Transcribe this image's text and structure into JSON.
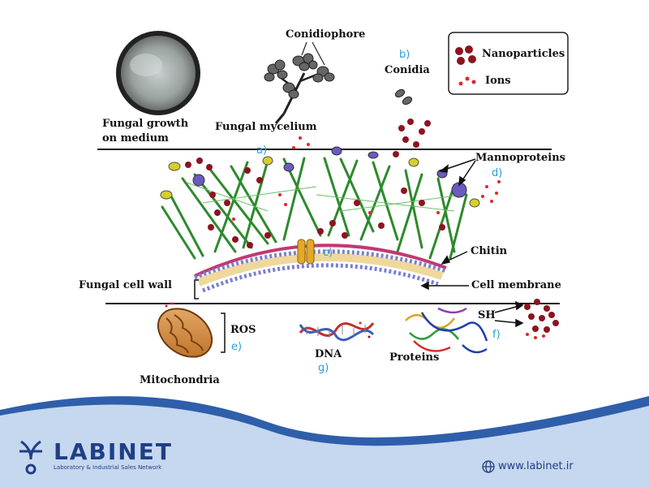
{
  "labels": {
    "conidiophore": "Conidiophore",
    "fungal_growth_line1": "Fungal growth",
    "fungal_growth_line2": "on medium",
    "fungal_mycelium": "Fungal mycelium",
    "conidia": "Conidia",
    "legend_nanoparticles": "Nanoparticles",
    "legend_ions": "Ions",
    "mannoproteins": "Mannoproteins",
    "chitin": "Chitin",
    "fungal_cell_wall": "Fungal cell wall",
    "cell_membrane": "Cell membrane",
    "ros": "ROS",
    "dna": "DNA",
    "proteins": "Proteins",
    "sh": "SH",
    "mitochondria": "Mitochondria"
  },
  "tags": {
    "a": "a)",
    "b": "b)",
    "c": "c)",
    "d": "d)",
    "e": "e)",
    "f": "f)",
    "g": "g)"
  },
  "colors": {
    "nanoparticle": "#8b1420",
    "ion": "#e0262e",
    "chitin": "#2d8a2d",
    "membrane": "#7a7fd0",
    "footer_wave": "#2f5faa",
    "footer_bg": "#c6d7f0",
    "brand": "#1f3f86",
    "tag": "#2a9fd6"
  },
  "footer": {
    "logo_title": "LABINET",
    "logo_subtitle": "Laboratory & Industrial Sales Network",
    "url": "www.labinet.ir",
    "globe_icon": "globe-icon"
  }
}
